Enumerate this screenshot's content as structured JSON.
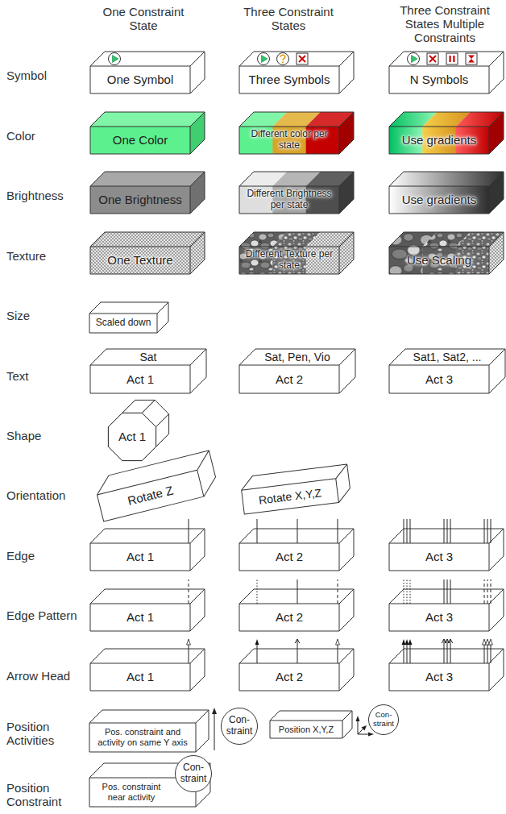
{
  "diagram": {
    "nodes": [
      {
        "text": [
          "One Symbol"
        ]
      },
      {
        "text": [
          "Three Symbols"
        ]
      },
      {
        "text": [
          "N Symbols"
        ]
      },
      {
        "text": [
          "One Color"
        ]
      },
      {
        "text": [
          "Different color per state"
        ]
      },
      {
        "text": [
          "Use gradients"
        ]
      },
      {
        "text": [
          "One Brightness"
        ]
      },
      {
        "text": [
          "Different Brightness per state"
        ]
      },
      {
        "text": [
          "Use gradients"
        ]
      },
      {
        "text": [
          "One Texture"
        ]
      },
      {
        "text": [
          "Different Texture per state"
        ]
      },
      {
        "text": [
          "Use Scaling"
        ]
      },
      {
        "text": [
          "Scaled down"
        ]
      },
      {
        "text": [
          "Sat",
          "Act 1"
        ]
      },
      {
        "text": [
          "Sat, Pen, Vio",
          "Act 2"
        ]
      },
      {
        "text": [
          "Sat1, Sat2, ...",
          "Act 3"
        ]
      },
      {
        "text": [
          "Act 1"
        ]
      },
      {
        "text": [
          "Rotate Z"
        ]
      },
      {
        "text": [
          "Rotate X,Y,Z"
        ]
      },
      {
        "text": [
          "Act 1"
        ]
      },
      {
        "text": [
          "Act 2"
        ]
      },
      {
        "text": [
          "Act 3"
        ]
      },
      {
        "text": [
          "Act 1"
        ]
      },
      {
        "text": [
          "Act 2"
        ]
      },
      {
        "text": [
          "Act 3"
        ]
      },
      {
        "text": [
          "Act 1"
        ]
      },
      {
        "text": [
          "Act 2"
        ]
      },
      {
        "text": [
          "Act 3"
        ]
      },
      {
        "text": [
          "Pos. constraint and activity on same Y axis"
        ]
      },
      {
        "text": [
          "Con- straint"
        ]
      },
      {
        "text": [
          "Position X,Y,Z"
        ]
      },
      {
        "text": [
          "Con- straint"
        ]
      },
      {
        "text": [
          "Pos. constraint near activity"
        ]
      },
      {
        "text": [
          "Con- straint"
        ]
      }
    ],
    "labels": [
      "One Constraint State",
      "Three Constraint States",
      "Three Constraint States Multiple Constraints",
      "Symbol",
      "Color",
      "Brightness",
      "Texture",
      "Size",
      "Text",
      "Shape",
      "Orientation",
      "Edge",
      "Edge Pattern",
      "Arrow Head",
      "Position Activities",
      "Position Constraint"
    ]
  }
}
